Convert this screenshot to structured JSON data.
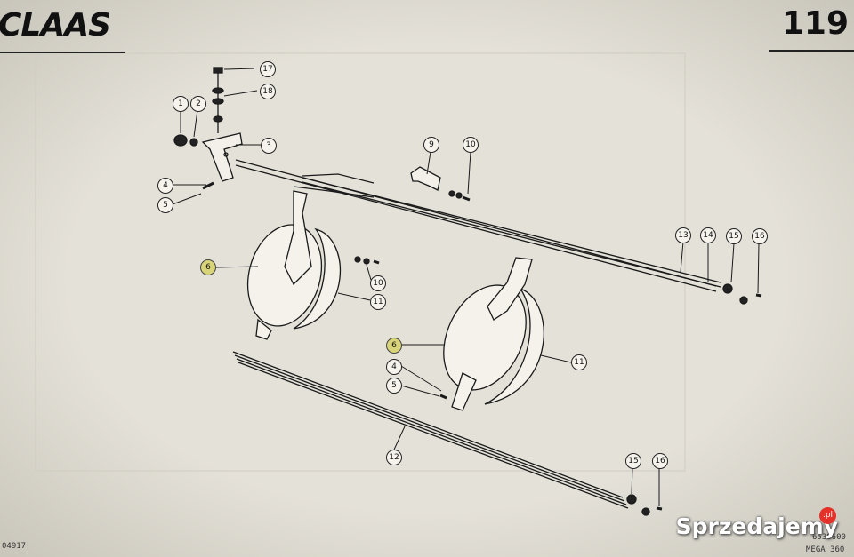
{
  "header": {
    "brand": "CLAAS",
    "page_number": "119"
  },
  "callouts": [
    {
      "id": "c17",
      "label": "17",
      "highlight": false
    },
    {
      "id": "c18",
      "label": "18",
      "highlight": false
    },
    {
      "id": "c1",
      "label": "1",
      "highlight": false
    },
    {
      "id": "c2",
      "label": "2",
      "highlight": false
    },
    {
      "id": "c3",
      "label": "3",
      "highlight": false
    },
    {
      "id": "c4a",
      "label": "4",
      "highlight": false
    },
    {
      "id": "c5a",
      "label": "5",
      "highlight": false
    },
    {
      "id": "c9",
      "label": "9",
      "highlight": false
    },
    {
      "id": "c10a",
      "label": "10",
      "highlight": false
    },
    {
      "id": "c6a",
      "label": "6",
      "highlight": true
    },
    {
      "id": "c10b",
      "label": "10",
      "highlight": false
    },
    {
      "id": "c11a",
      "label": "11",
      "highlight": false
    },
    {
      "id": "c13",
      "label": "13",
      "highlight": false
    },
    {
      "id": "c14",
      "label": "14",
      "highlight": false
    },
    {
      "id": "c15a",
      "label": "15",
      "highlight": false
    },
    {
      "id": "c16a",
      "label": "16",
      "highlight": false
    },
    {
      "id": "c6b",
      "label": "6",
      "highlight": true
    },
    {
      "id": "c4b",
      "label": "4",
      "highlight": false
    },
    {
      "id": "c5b",
      "label": "5",
      "highlight": false
    },
    {
      "id": "c11b",
      "label": "11",
      "highlight": false
    },
    {
      "id": "c12",
      "label": "12",
      "highlight": false
    },
    {
      "id": "c15b",
      "label": "15",
      "highlight": false
    },
    {
      "id": "c16b",
      "label": "16",
      "highlight": false
    }
  ],
  "footer": {
    "left_code": "04917",
    "right_code": "6538600",
    "model": "MEGA 360"
  },
  "watermark": {
    "text": "Sprzedajemy",
    "badge": ".pl"
  }
}
